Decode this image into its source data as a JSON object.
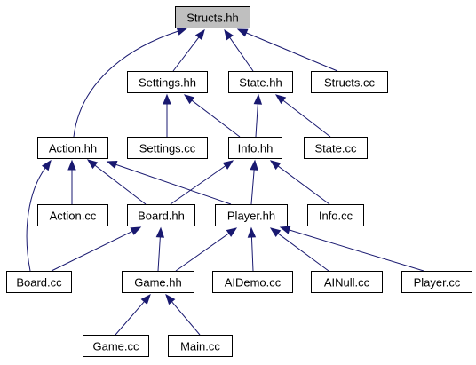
{
  "graph": {
    "root": "structs_hh",
    "colors": {
      "edge": "#191970",
      "node_border": "#000000",
      "root_fill": "#bfbfbf",
      "node_fill": "#ffffff"
    },
    "nodes": [
      {
        "id": "structs_hh",
        "label": "Structs.hh"
      },
      {
        "id": "settings_hh",
        "label": "Settings.hh"
      },
      {
        "id": "state_hh",
        "label": "State.hh"
      },
      {
        "id": "structs_cc",
        "label": "Structs.cc"
      },
      {
        "id": "action_hh",
        "label": "Action.hh"
      },
      {
        "id": "settings_cc",
        "label": "Settings.cc"
      },
      {
        "id": "info_hh",
        "label": "Info.hh"
      },
      {
        "id": "state_cc",
        "label": "State.cc"
      },
      {
        "id": "action_cc",
        "label": "Action.cc"
      },
      {
        "id": "board_hh",
        "label": "Board.hh"
      },
      {
        "id": "player_hh",
        "label": "Player.hh"
      },
      {
        "id": "info_cc",
        "label": "Info.cc"
      },
      {
        "id": "board_cc",
        "label": "Board.cc"
      },
      {
        "id": "game_hh",
        "label": "Game.hh"
      },
      {
        "id": "aidemo_cc",
        "label": "AIDemo.cc"
      },
      {
        "id": "ainull_cc",
        "label": "AINull.cc"
      },
      {
        "id": "player_cc",
        "label": "Player.cc"
      },
      {
        "id": "game_cc",
        "label": "Game.cc"
      },
      {
        "id": "main_cc",
        "label": "Main.cc"
      }
    ],
    "edges": [
      {
        "from": "settings_hh",
        "to": "structs_hh"
      },
      {
        "from": "state_hh",
        "to": "structs_hh"
      },
      {
        "from": "structs_cc",
        "to": "structs_hh"
      },
      {
        "from": "action_hh",
        "to": "structs_hh"
      },
      {
        "from": "settings_cc",
        "to": "settings_hh"
      },
      {
        "from": "info_hh",
        "to": "settings_hh"
      },
      {
        "from": "info_hh",
        "to": "state_hh"
      },
      {
        "from": "state_cc",
        "to": "state_hh"
      },
      {
        "from": "action_cc",
        "to": "action_hh"
      },
      {
        "from": "board_hh",
        "to": "action_hh"
      },
      {
        "from": "board_cc",
        "to": "action_hh"
      },
      {
        "from": "player_hh",
        "to": "action_hh"
      },
      {
        "from": "board_hh",
        "to": "info_hh"
      },
      {
        "from": "player_hh",
        "to": "info_hh"
      },
      {
        "from": "info_cc",
        "to": "info_hh"
      },
      {
        "from": "board_cc",
        "to": "board_hh"
      },
      {
        "from": "game_hh",
        "to": "board_hh"
      },
      {
        "from": "game_hh",
        "to": "player_hh"
      },
      {
        "from": "aidemo_cc",
        "to": "player_hh"
      },
      {
        "from": "ainull_cc",
        "to": "player_hh"
      },
      {
        "from": "player_cc",
        "to": "player_hh"
      },
      {
        "from": "game_cc",
        "to": "game_hh"
      },
      {
        "from": "main_cc",
        "to": "game_hh"
      }
    ]
  }
}
